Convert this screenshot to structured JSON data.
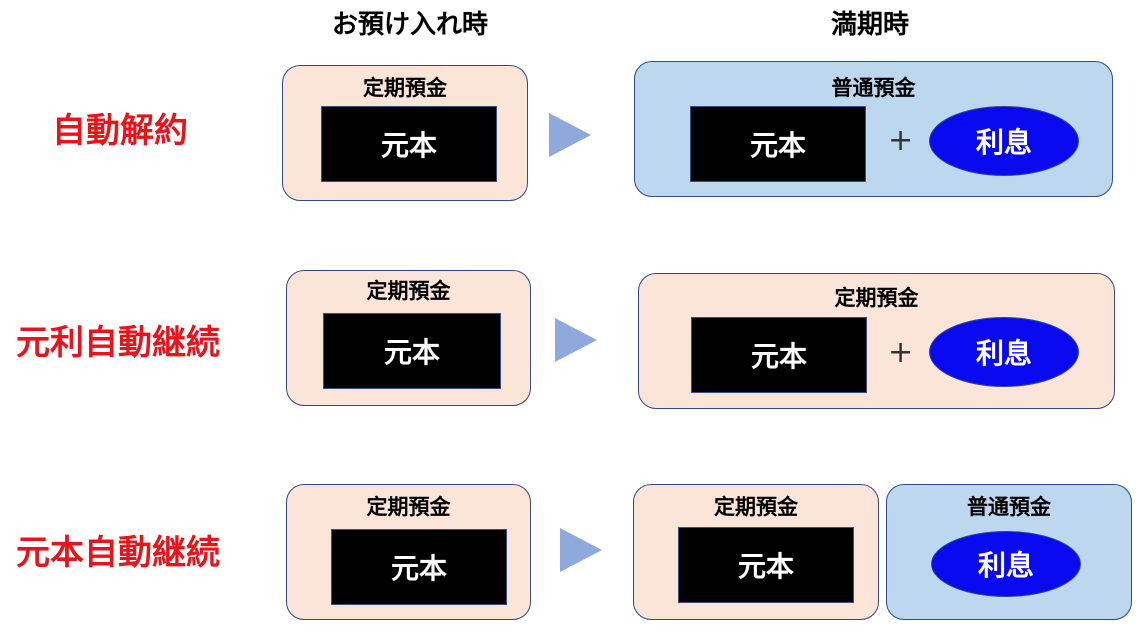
{
  "headers": {
    "deposit": "お預け入れ時",
    "maturity": "満期時"
  },
  "rows": [
    {
      "label": "自動解約",
      "deposit": {
        "panel_label": "定期預金",
        "principal": "元本"
      },
      "maturity": {
        "panel_label": "普通預金",
        "principal": "元本",
        "plus": "+",
        "interest": "利息"
      }
    },
    {
      "label": "元利自動継続",
      "deposit": {
        "panel_label": "定期預金",
        "principal": "元本"
      },
      "maturity": {
        "panel_label": "定期預金",
        "principal": "元本",
        "plus": "+",
        "interest": "利息"
      }
    },
    {
      "label": "元本自動継続",
      "deposit": {
        "panel_label": "定期預金",
        "principal": "元本"
      },
      "maturity": {
        "fixed": {
          "panel_label": "定期預金",
          "principal": "元本"
        },
        "ordinary": {
          "panel_label": "普通預金",
          "interest": "利息"
        }
      }
    }
  ],
  "colors": {
    "label_red": "#e8141b",
    "deposit_fill": "#fae5d8",
    "savings_fill": "#bdd7ee",
    "principal_box": "#000000",
    "interest_ellipse": "#0a0af0",
    "arrow": "#8fa9dc"
  }
}
